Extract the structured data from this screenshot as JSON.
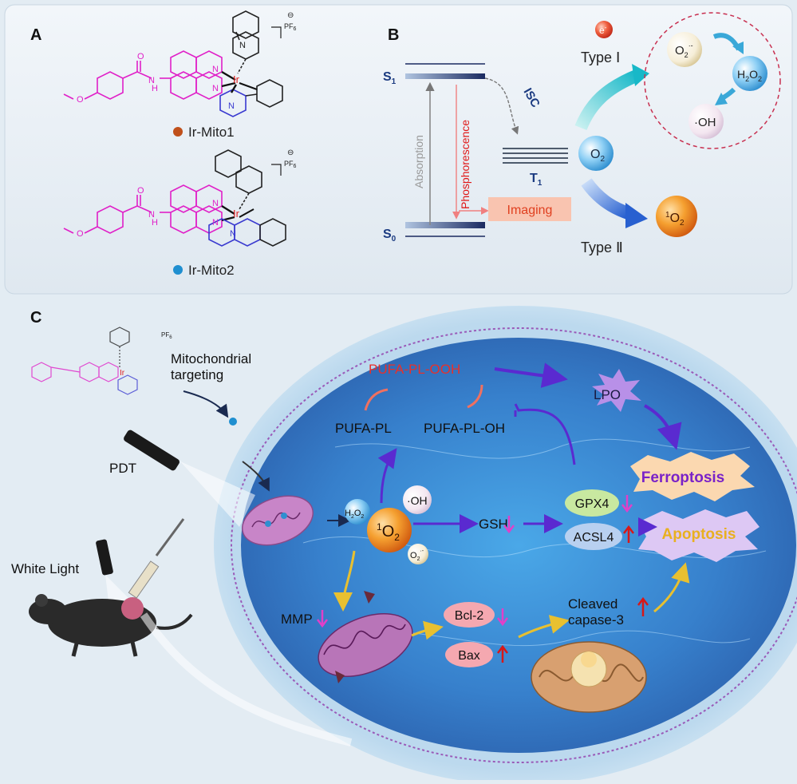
{
  "panels": {
    "a": "A",
    "b": "B",
    "c": "C"
  },
  "panel_a": {
    "compound1": "Ir-Mito1",
    "compound2": "Ir-Mito2",
    "counterion": "PF",
    "counterion_sub": "6",
    "charge": "⊖",
    "metal": "Ir",
    "atom_n": "N",
    "atom_o": "O",
    "atom_h": "H",
    "colors": {
      "ir_mito1_dot": "#c0501b",
      "ir_mito2_dot": "#1f8fd0",
      "ligand": "#e020c8",
      "bridge": "#3a3ad0"
    }
  },
  "panel_b": {
    "s1": "S",
    "s1_sub": "1",
    "s0": "S",
    "s0_sub": "0",
    "t1": "T",
    "t1_sub": "1",
    "absorption": "Absorption",
    "phosphorescence": "Phosphorescence",
    "isc": "ISC",
    "imaging": "Imaging",
    "type1": "Type Ⅰ",
    "type2": "Type Ⅱ",
    "electron": "e",
    "electron_sup": "-",
    "o2": "O",
    "o2_sub": "2",
    "superoxide": "O",
    "superoxide_sub": "2",
    "superoxide_sup": "·-",
    "h2o2_h": "H",
    "h2o2_o": "O",
    "h2o2_sub1": "2",
    "h2o2_sub2": "2",
    "hydroxyl": "·OH",
    "singlet_sup": "1",
    "singlet_o": "O",
    "singlet_sub": "2"
  },
  "panel_c": {
    "mito_targeting_line1": "Mitochondrial",
    "mito_targeting_line2": "targeting",
    "pdt": "PDT",
    "white_light": "White Light",
    "pufa_pl_ooh": "PUFA-PL-OOH",
    "pufa_pl": "PUFA-PL",
    "pufa_pl_oh": "PUFA-PL-OH",
    "lpo": "LPO",
    "ferroptosis": "Ferroptosis",
    "apoptosis": "Apoptosis",
    "gpx4": "GPX4",
    "acsl4": "ACSL4",
    "gsh": "GSH",
    "hydroxyl": "·OH",
    "h2o2": "H",
    "h2o2_o": "O",
    "h2o2_sub": "2",
    "singlet_sup": "1",
    "singlet_o": "O",
    "singlet_sub": "2",
    "superoxide": "O",
    "superoxide_sub": "2",
    "superoxide_sup": "·-",
    "mmp": "MMP",
    "bcl2": "Bcl-2",
    "bax": "Bax",
    "cleaved_line1": "Cleaved",
    "cleaved_line2": "capase-3",
    "colors": {
      "ferro_text": "#7a22c8",
      "apo_text": "#e8b020",
      "pufa_ooh_text": "#e8302a",
      "down_arrow": "#e040c8",
      "up_arrow": "#d81818"
    }
  }
}
